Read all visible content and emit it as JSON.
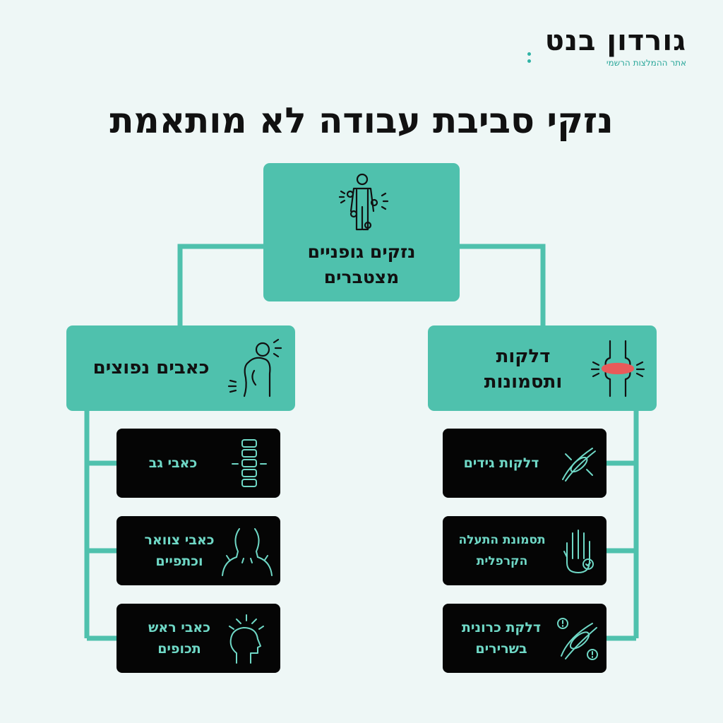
{
  "brand": {
    "name": "גורדון בנט",
    "tagline": "אתר ההמלצות הרשמי"
  },
  "title": "נזקי סביבת עבודה לא מותאמת",
  "root": {
    "label": "נזקים גופניים מצטברים",
    "icon": "body-pain-icon"
  },
  "branches": {
    "right": {
      "label": "דלקות ותסמונות",
      "icon": "inflamed-joint-icon",
      "items": [
        {
          "label": "דלקות גידים",
          "icon": "tendon-icon"
        },
        {
          "label": "תסמונת התעלה הקרפלית",
          "icon": "hand-wrist-icon"
        },
        {
          "label": "דלקת כרונית בשרירים",
          "icon": "muscle-alert-icon"
        }
      ]
    },
    "left": {
      "label": "כאבים נפוצים",
      "icon": "back-pain-person-icon",
      "items": [
        {
          "label": "כאבי גב",
          "icon": "spine-icon"
        },
        {
          "label": "כאבי צוואר וכתפיים",
          "icon": "neck-shoulder-icon"
        },
        {
          "label": "כאבי ראש תכופים",
          "icon": "headache-icon"
        }
      ]
    }
  },
  "colors": {
    "background": "#eef7f6",
    "accent": "#4fc1ad",
    "card": "#050505",
    "card_text": "#6fd8c6",
    "pain": "#e85a5a"
  }
}
